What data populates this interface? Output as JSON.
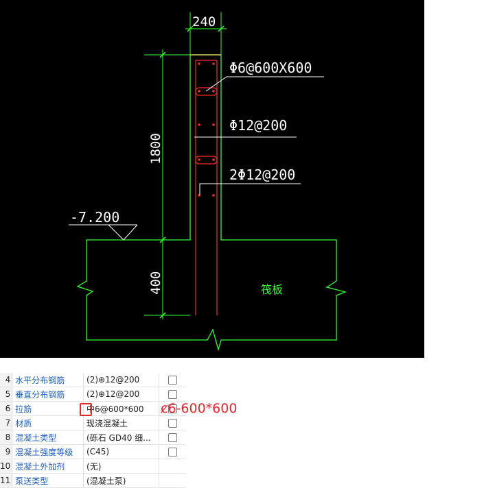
{
  "drawing": {
    "dim_width": "240",
    "dim_height_upper": "1800",
    "dim_height_lower": "400",
    "elevation": "-7.200",
    "label_tie": "Φ6@600X600",
    "label_horizontal": "Φ12@200",
    "label_vertical": "2Φ12@200",
    "label_raft": "筏板",
    "colors": {
      "background": "#000000",
      "outline": "#33ff33",
      "dimension": "#33ff33",
      "rebar": "#ff2a2a",
      "text": "#ffffff",
      "wall_top": "#ffff66"
    }
  },
  "properties": {
    "rows": [
      {
        "num": "4",
        "name": "水平分布钢筋",
        "value": "(2)⊕12@200",
        "checkbox": true
      },
      {
        "num": "5",
        "name": "垂直分布钢筋",
        "value": "(2)⊕12@200",
        "checkbox": true
      },
      {
        "num": "6",
        "name": "拉筋",
        "value": "中6@600*600",
        "checkbox": true
      },
      {
        "num": "7",
        "name": "材质",
        "value": "现浇混凝土",
        "checkbox": true
      },
      {
        "num": "8",
        "name": "混凝土类型",
        "value": "(砾石 GD40 细...",
        "checkbox": true
      },
      {
        "num": "9",
        "name": "混凝土强度等级",
        "value": "(C45)",
        "checkbox": true
      },
      {
        "num": "10",
        "name": "混凝土外加剂",
        "value": "(无)",
        "checkbox": false
      },
      {
        "num": "11",
        "name": "泵送类型",
        "value": "(混凝土泵)",
        "checkbox": false
      }
    ]
  },
  "annotation": {
    "text": "ȼ6-600*600",
    "color": "#e3262b"
  }
}
